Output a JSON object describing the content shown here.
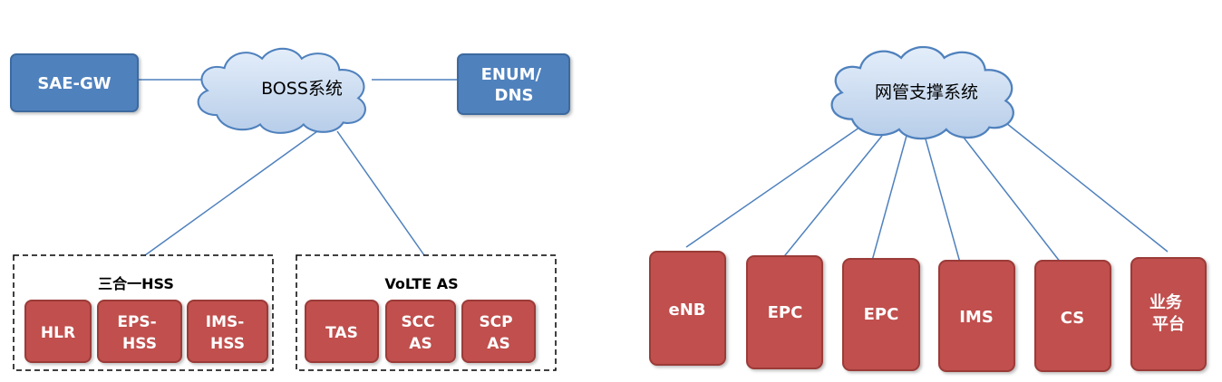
{
  "left": {
    "cloud_label": "BOSS系统",
    "sae_gw": "SAE-GW",
    "enum_dns": [
      "ENUM/",
      "DNS"
    ],
    "hss_group": {
      "title": "三合一HSS",
      "items": [
        [
          "HLR"
        ],
        [
          "EPS-",
          "HSS"
        ],
        [
          "IMS-",
          "HSS"
        ]
      ]
    },
    "volte_group": {
      "title": "VoLTE AS",
      "items": [
        [
          "TAS"
        ],
        [
          "SCC",
          "AS"
        ],
        [
          "SCP",
          "AS"
        ]
      ]
    }
  },
  "right": {
    "cloud_label": "网管支撑系统",
    "items": [
      [
        "eNB"
      ],
      [
        "EPC"
      ],
      [
        "EPC"
      ],
      [
        "IMS"
      ],
      [
        "CS"
      ],
      [
        "业务",
        "平台"
      ]
    ]
  },
  "colors": {
    "blue_box": "#4f81bd",
    "blue_box_border": "#3d6a9e",
    "red_box": "#c0504d",
    "red_box_border": "#9b3a37",
    "cloud_fill": "#c6d9f1",
    "cloud_stroke": "#4f81bd",
    "line": "#4f81bd",
    "dashed": "#000000"
  }
}
